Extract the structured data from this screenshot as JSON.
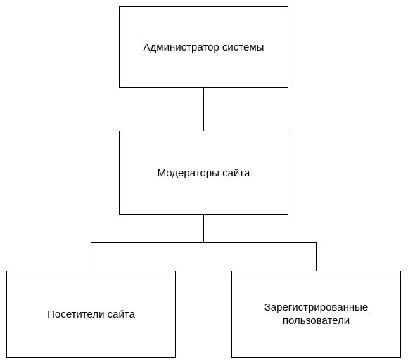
{
  "nodes": {
    "admin": {
      "label": "Администратор системы"
    },
    "moderators": {
      "label": "Модераторы сайта"
    },
    "visitors": {
      "label": "Посетители сайта"
    },
    "registered": {
      "label": "Зарегистрированные пользователи"
    }
  },
  "edges": [
    {
      "from": "admin",
      "to": "moderators"
    },
    {
      "from": "moderators",
      "to": "visitors"
    },
    {
      "from": "moderators",
      "to": "registered"
    }
  ],
  "colors": {
    "line": "#000000",
    "box_border": "#000000",
    "text": "#000000",
    "background": "#ffffff"
  }
}
